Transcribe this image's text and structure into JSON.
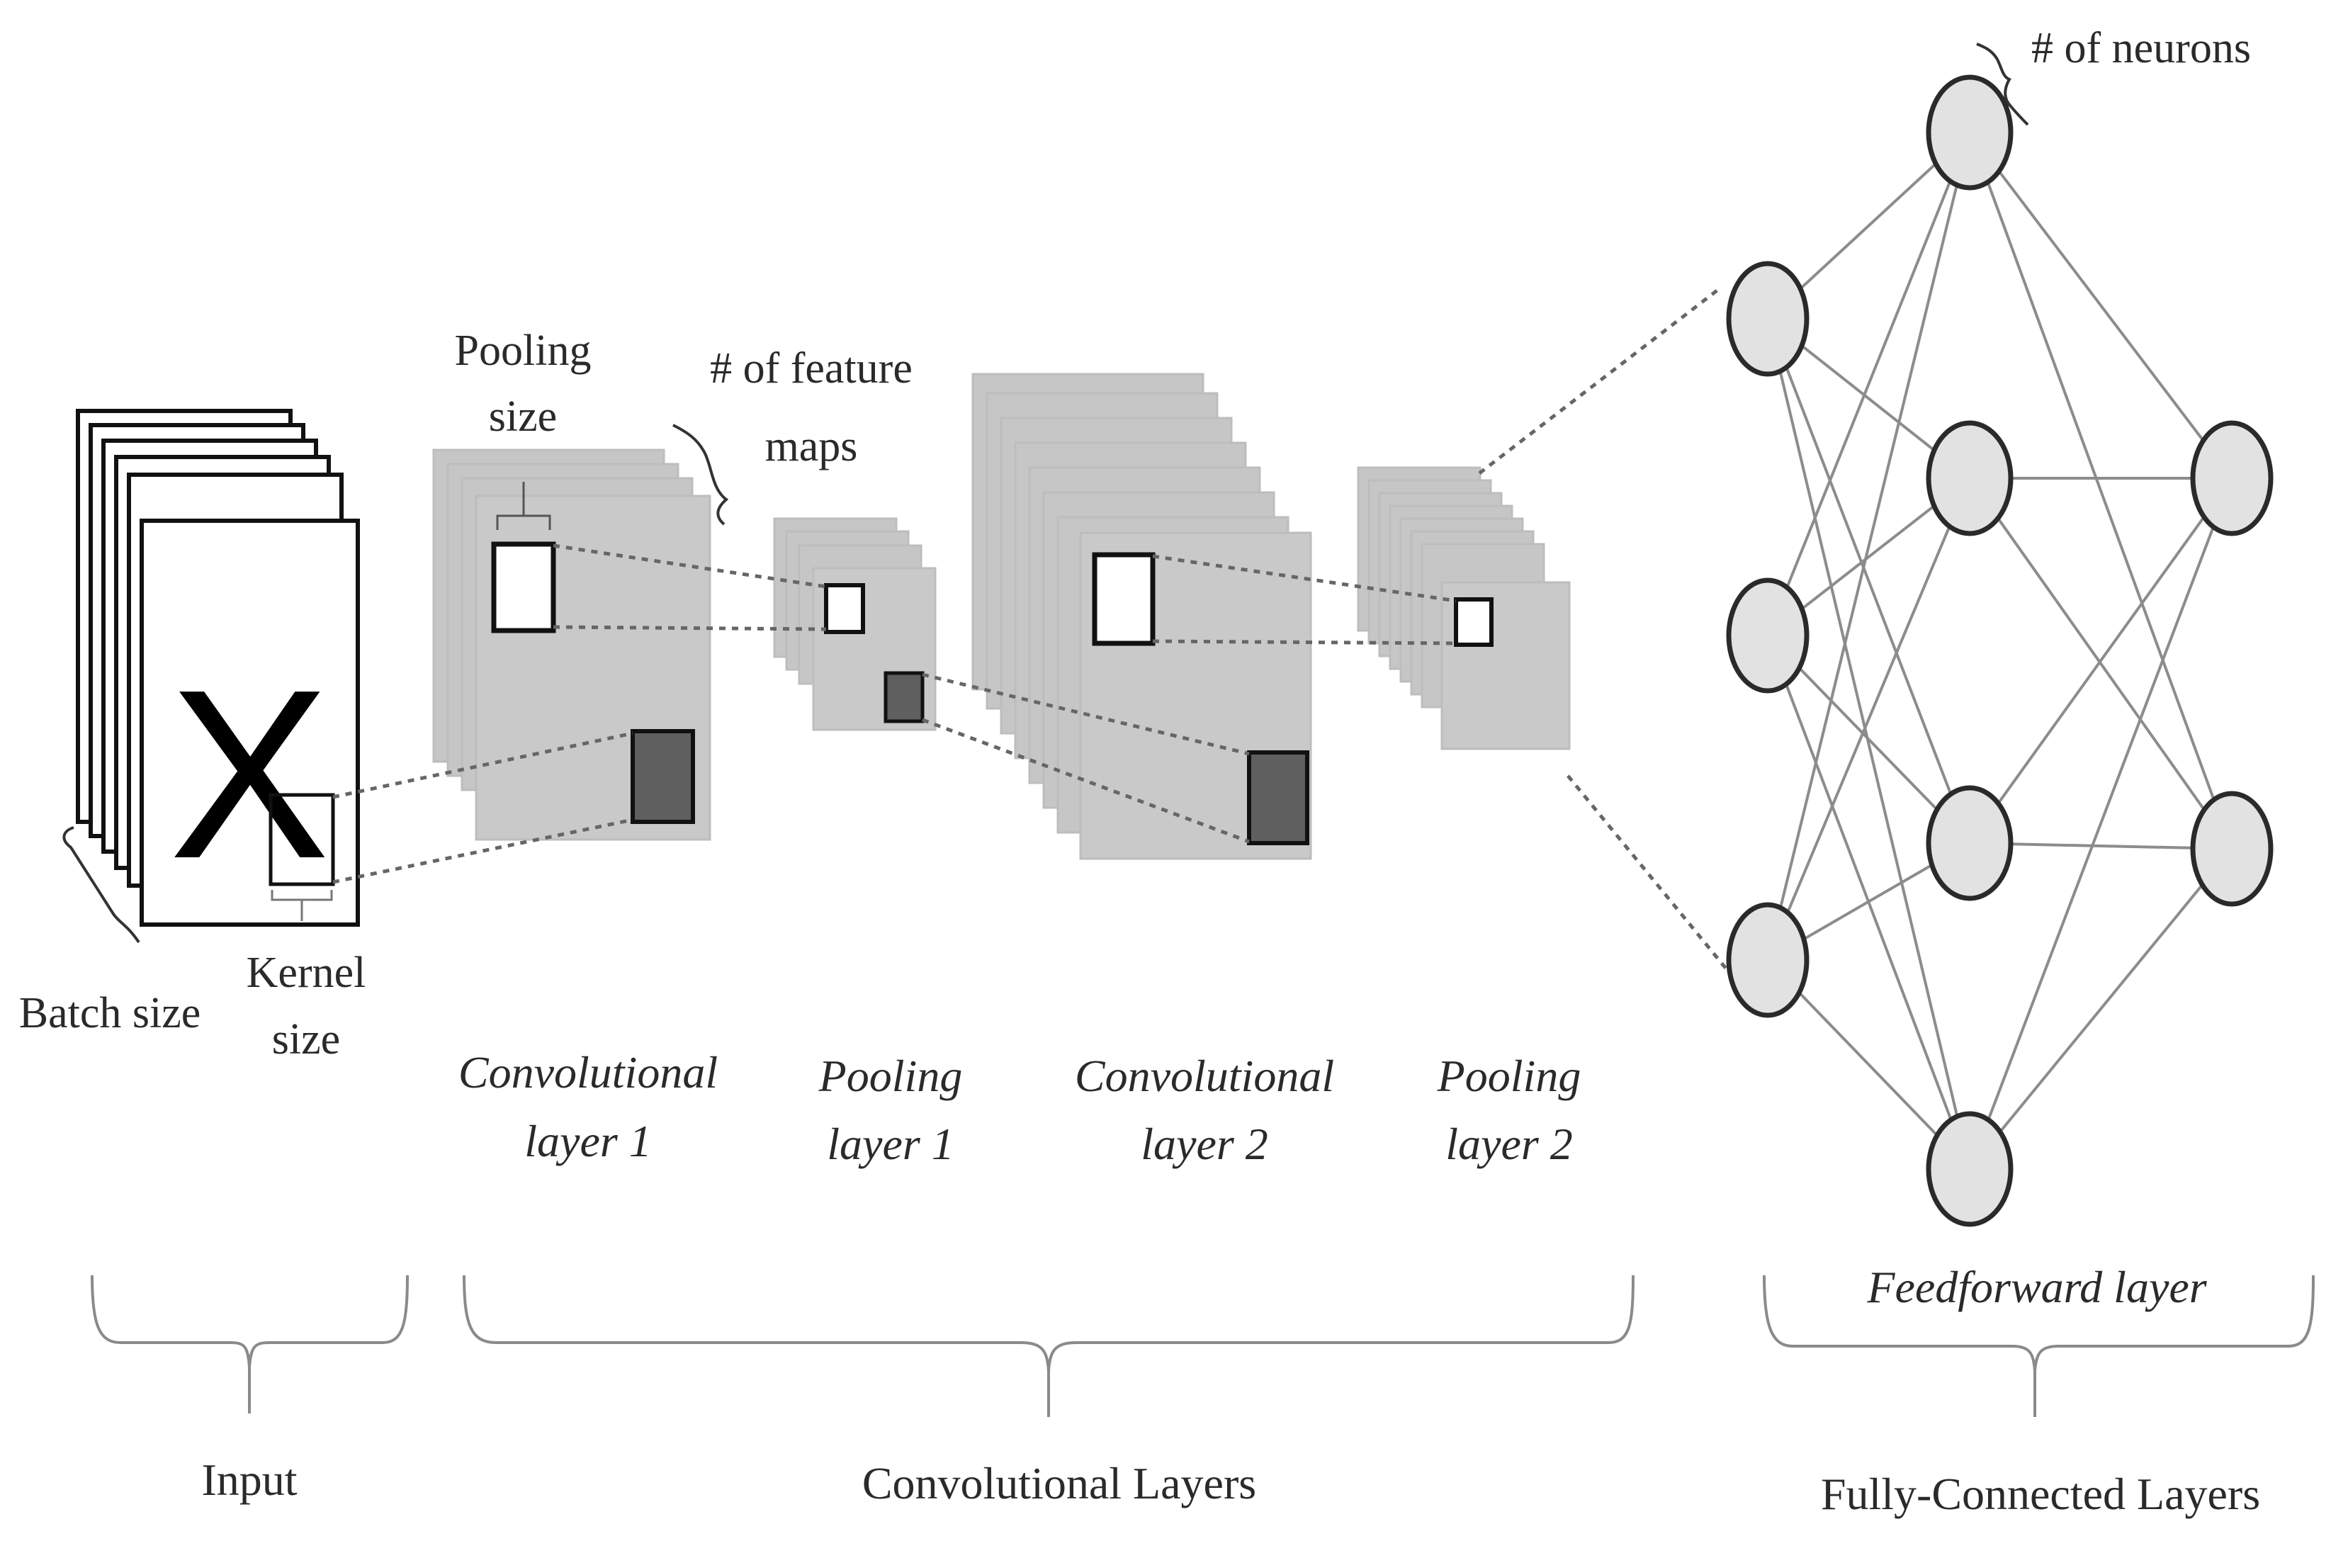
{
  "input": {
    "glyph": "X",
    "batch_label": "Batch size",
    "kernel_label_line1": "Kernel",
    "kernel_label_line2": "size"
  },
  "annotations": {
    "pooling_size_line1": "Pooling",
    "pooling_size_line2": "size",
    "feature_maps_line1": "# of feature",
    "feature_maps_line2": "maps",
    "neurons": "# of neurons"
  },
  "layers": [
    {
      "line1": "Convolutional",
      "line2": "layer 1"
    },
    {
      "line1": "Pooling",
      "line2": "layer 1"
    },
    {
      "line1": "Convolutional",
      "line2": "layer 2"
    },
    {
      "line1": "Pooling",
      "line2": "layer 2"
    }
  ],
  "feedforward_label": "Feedforward layer",
  "groups": {
    "input": "Input",
    "convolutional": "Convolutional Layers",
    "fully_connected": "Fully-Connected Layers"
  },
  "network": {
    "layer_sizes": [
      3,
      4,
      2
    ],
    "node_fill": "#e2e2e2",
    "node_stroke": "#2a2a2a",
    "edge_color": "#8c8c8c"
  },
  "colors": {
    "feature_map": "#c8c8c8",
    "dark_patch": "#5f5f5f",
    "ink": "#1a1a1a"
  }
}
